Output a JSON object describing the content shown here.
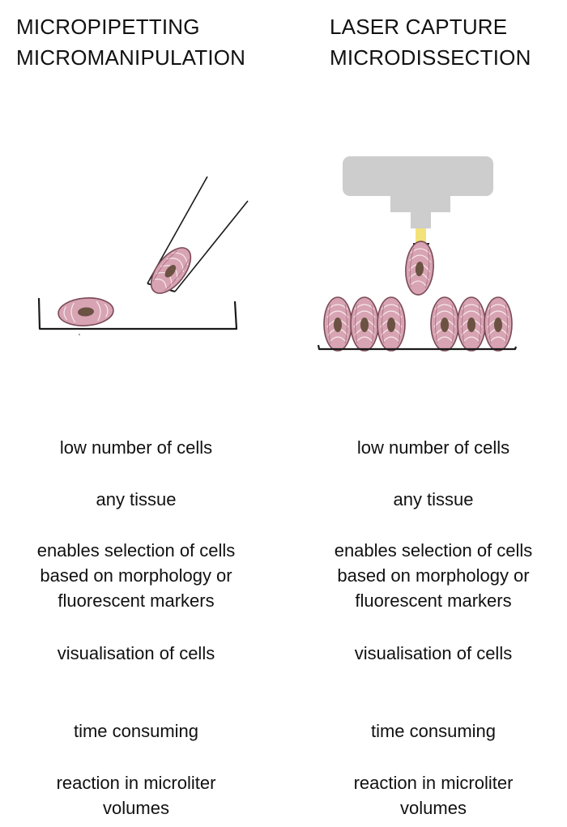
{
  "left": {
    "title_line1": "MICROPIPETTING",
    "title_line2": "MICROMANIPULATION",
    "features": {
      "f1": "low number of cells",
      "f2": "any tissue",
      "f3a": "enables selection of cells",
      "f3b": "based on morphology or",
      "f3c": "fluorescent markers",
      "f4": "visualisation of cells",
      "f5": "time consuming",
      "f6a": "reaction in microliter",
      "f6b": "volumes"
    }
  },
  "right": {
    "title_line1": "LASER CAPTURE",
    "title_line2": "MICRODISSECTION",
    "features": {
      "f1": "low number of cells",
      "f2": "any tissue",
      "f3a": "enables selection of cells",
      "f3b": "based on morphology or",
      "f3c": "fluorescent markers",
      "f4": "visualisation of cells",
      "f5": "time consuming",
      "f6a": "reaction in microliter",
      "f6b": "volumes"
    }
  },
  "colors": {
    "cell_fill": "#d8a4b3",
    "cell_outline": "#7a4b57",
    "nucleus": "#6b5243",
    "laser_body": "#cdcdcd",
    "laser_beam": "#f3e27a",
    "line": "#1a1a1a"
  },
  "icons": {
    "pipette": "micropipette-icon",
    "cell": "cell-icon",
    "dish": "culture-dish-icon",
    "laser": "laser-head-icon",
    "beam": "laser-beam-icon",
    "slide": "tissue-slide-icon"
  }
}
